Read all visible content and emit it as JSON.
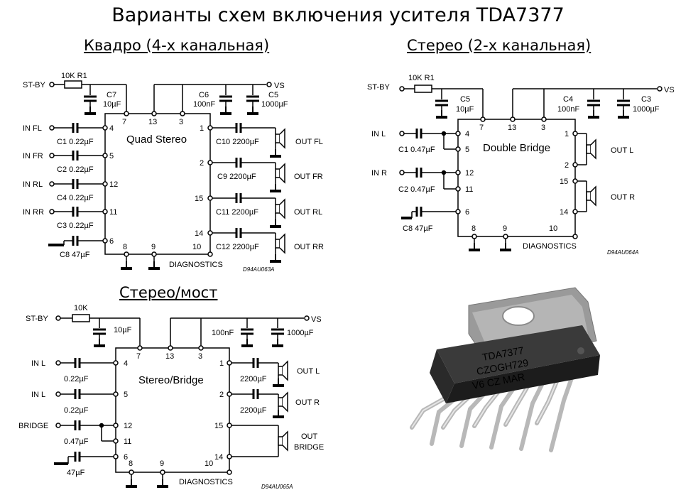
{
  "title": "Варианты схем включения усителя TDA7377",
  "quad": {
    "heading": "Квадро (4-х канальная)",
    "chip_label": "Quad Stereo",
    "standby": "ST-BY",
    "resistor": "10K R1",
    "vs": "VS",
    "c7": "C7",
    "c7_val": "10µF",
    "c6": "C6",
    "c6_val": "100nF",
    "c5": "C5",
    "c5_val": "1000µF",
    "inputs": [
      "IN FL",
      "IN FR",
      "IN RL",
      "IN RR"
    ],
    "input_caps": [
      "C1 0.22µF",
      "C2 0.22µF",
      "C4 0.22µF",
      "C3 0.22µF"
    ],
    "input_pins": [
      "4",
      "5",
      "12",
      "11"
    ],
    "c8": "C8 47µF",
    "pin6": "6",
    "top_pins": [
      "7",
      "13",
      "3"
    ],
    "out_pins": [
      "1",
      "2",
      "15",
      "14"
    ],
    "out_caps": [
      "C10 2200µF",
      "C9 2200µF",
      "C11 2200µF",
      "C12 2200µF"
    ],
    "outputs": [
      "OUT FL",
      "OUT FR",
      "OUT RL",
      "OUT RR"
    ],
    "bottom_pins": [
      "8",
      "9",
      "10"
    ],
    "diagnostics": "DIAGNOSTICS",
    "code": "D94AU063A"
  },
  "stereo": {
    "heading": "Стерео (2-х канальная)",
    "chip_label": "Double Bridge",
    "standby": "ST-BY",
    "resistor": "10K R1",
    "vs": "VS",
    "c5": "C5",
    "c5_val": "10µF",
    "c4": "C4",
    "c4_val": "100nF",
    "c3": "C3",
    "c3_val": "1000µF",
    "inputs": [
      "IN L",
      "IN R"
    ],
    "input_caps": [
      "C1 0.47µF",
      "C2 0.47µF"
    ],
    "input_pins": [
      "4",
      "5",
      "12",
      "11"
    ],
    "c8": "C8 47µF",
    "pin6": "6",
    "top_pins": [
      "7",
      "13",
      "3"
    ],
    "out_pins": [
      "1",
      "2",
      "15",
      "14"
    ],
    "outputs": [
      "OUT L",
      "OUT R"
    ],
    "bottom_pins": [
      "8",
      "9",
      "10"
    ],
    "diagnostics": "DIAGNOSTICS",
    "code": "D94AU064A"
  },
  "bridge": {
    "heading": "Стерео/мост",
    "chip_label": "Stereo/Bridge",
    "standby": "ST-BY",
    "resistor": "10K",
    "vs": "VS",
    "c_st": "10µF",
    "c_hf": "100nF",
    "c_bulk": "1000µF",
    "inputs": [
      "IN L",
      "IN L",
      "BRIDGE"
    ],
    "input_caps": [
      "0.22µF",
      "0.22µF",
      "0.47µF"
    ],
    "input_pins": [
      "4",
      "5",
      "12",
      "11"
    ],
    "c8": "47µF",
    "pin6": "6",
    "top_pins": [
      "7",
      "13",
      "3"
    ],
    "out_pins": [
      "1",
      "2",
      "15",
      "14"
    ],
    "out_caps": [
      "2200µF",
      "2200µF"
    ],
    "outputs": [
      "OUT L",
      "OUT R",
      "OUT",
      "BRIDGE"
    ],
    "bottom_pins": [
      "8",
      "9",
      "10"
    ],
    "diagnostics": "DIAGNOSTICS",
    "code": "D94AU065A"
  },
  "photo": {
    "line1": "TDA7377",
    "line2": "CZOGH729",
    "line3": "V6 CZ MAR"
  }
}
